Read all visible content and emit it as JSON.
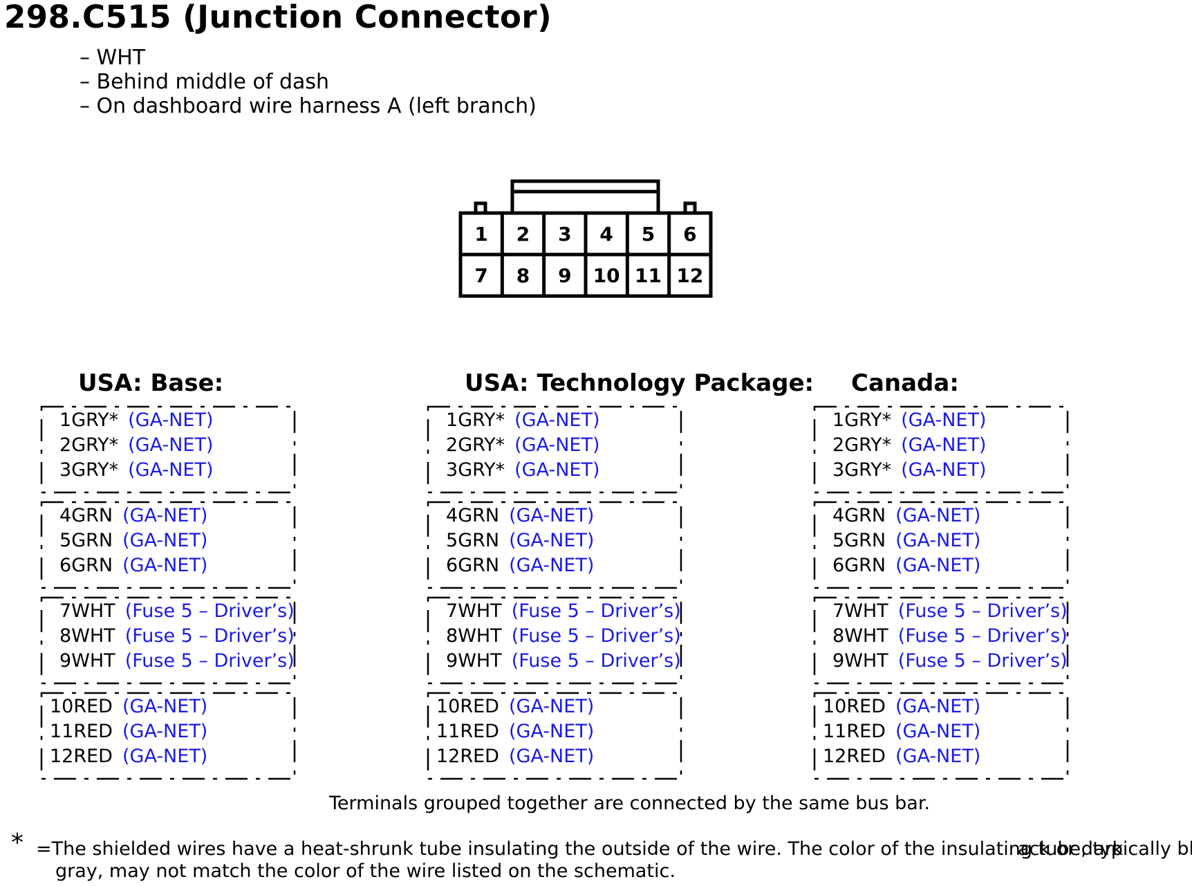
{
  "title": "298.C515 (Junction Connector)",
  "description": [
    "WHT",
    "Behind middle of dash",
    "On dashboard wire harness A (left branch)"
  ],
  "connector": {
    "pins_top": [
      "1",
      "2",
      "3",
      "4",
      "5",
      "6"
    ],
    "pins_bottom": [
      "7",
      "8",
      "9",
      "10",
      "11",
      "12"
    ]
  },
  "sections": [
    {
      "title": "USA: Base:",
      "groups": [
        [
          {
            "num": "1",
            "color": "GRY*",
            "circuit": "(GA-NET)"
          },
          {
            "num": "2",
            "color": "GRY*",
            "circuit": "(GA-NET)"
          },
          {
            "num": "3",
            "color": "GRY*",
            "circuit": "(GA-NET)"
          }
        ],
        [
          {
            "num": "4",
            "color": "GRN",
            "circuit": "(GA-NET)"
          },
          {
            "num": "5",
            "color": "GRN",
            "circuit": "(GA-NET)"
          },
          {
            "num": "6",
            "color": "GRN",
            "circuit": "(GA-NET)"
          }
        ],
        [
          {
            "num": "7",
            "color": "WHT",
            "circuit": "(Fuse 5 – Driver’s)"
          },
          {
            "num": "8",
            "color": "WHT",
            "circuit": "(Fuse 5 – Driver’s)"
          },
          {
            "num": "9",
            "color": "WHT",
            "circuit": "(Fuse 5 – Driver’s)"
          }
        ],
        [
          {
            "num": "10",
            "color": "RED",
            "circuit": "(GA-NET)"
          },
          {
            "num": "11",
            "color": "RED",
            "circuit": "(GA-NET)"
          },
          {
            "num": "12",
            "color": "RED",
            "circuit": "(GA-NET)"
          }
        ]
      ]
    },
    {
      "title": "USA: Technology Package:",
      "groups": [
        [
          {
            "num": "1",
            "color": "GRY*",
            "circuit": "(GA-NET)"
          },
          {
            "num": "2",
            "color": "GRY*",
            "circuit": "(GA-NET)"
          },
          {
            "num": "3",
            "color": "GRY*",
            "circuit": "(GA-NET)"
          }
        ],
        [
          {
            "num": "4",
            "color": "GRN",
            "circuit": "(GA-NET)"
          },
          {
            "num": "5",
            "color": "GRN",
            "circuit": "(GA-NET)"
          },
          {
            "num": "6",
            "color": "GRN",
            "circuit": "(GA-NET)"
          }
        ],
        [
          {
            "num": "7",
            "color": "WHT",
            "circuit": "(Fuse 5 – Driver’s)"
          },
          {
            "num": "8",
            "color": "WHT",
            "circuit": "(Fuse 5 – Driver’s)"
          },
          {
            "num": "9",
            "color": "WHT",
            "circuit": "(Fuse 5 – Driver’s)"
          }
        ],
        [
          {
            "num": "10",
            "color": "RED",
            "circuit": "(GA-NET)"
          },
          {
            "num": "11",
            "color": "RED",
            "circuit": "(GA-NET)"
          },
          {
            "num": "12",
            "color": "RED",
            "circuit": "(GA-NET)"
          }
        ]
      ]
    },
    {
      "title": "Canada:",
      "groups": [
        [
          {
            "num": "1",
            "color": "GRY*",
            "circuit": "(GA-NET)"
          },
          {
            "num": "2",
            "color": "GRY*",
            "circuit": "(GA-NET)"
          },
          {
            "num": "3",
            "color": "GRY*",
            "circuit": "(GA-NET)"
          }
        ],
        [
          {
            "num": "4",
            "color": "GRN",
            "circuit": "(GA-NET)"
          },
          {
            "num": "5",
            "color": "GRN",
            "circuit": "(GA-NET)"
          },
          {
            "num": "6",
            "color": "GRN",
            "circuit": "(GA-NET)"
          }
        ],
        [
          {
            "num": "7",
            "color": "WHT",
            "circuit": "(Fuse 5 – Driver’s)"
          },
          {
            "num": "8",
            "color": "WHT",
            "circuit": "(Fuse 5 – Driver’s)"
          },
          {
            "num": "9",
            "color": "WHT",
            "circuit": "(Fuse 5 – Driver’s)"
          }
        ],
        [
          {
            "num": "10",
            "color": "RED",
            "circuit": "(GA-NET)"
          },
          {
            "num": "11",
            "color": "RED",
            "circuit": "(GA-NET)"
          },
          {
            "num": "12",
            "color": "RED",
            "circuit": "(GA-NET)"
          }
        ]
      ]
    }
  ],
  "caption": "Terminals grouped together are connected by the same bus bar.",
  "footnote": {
    "symbol": "*",
    "line1": "=The shielded wires have a heat-shrunk tube insulating the outside of the wire.  The color of the insulating tube, typically bl",
    "line1_overlap": "ack or dark",
    "line2": "gray, may not match the color of the wire listed on the schematic."
  },
  "colors": {
    "text": "#000000",
    "circuit": "#1a1ae6"
  }
}
